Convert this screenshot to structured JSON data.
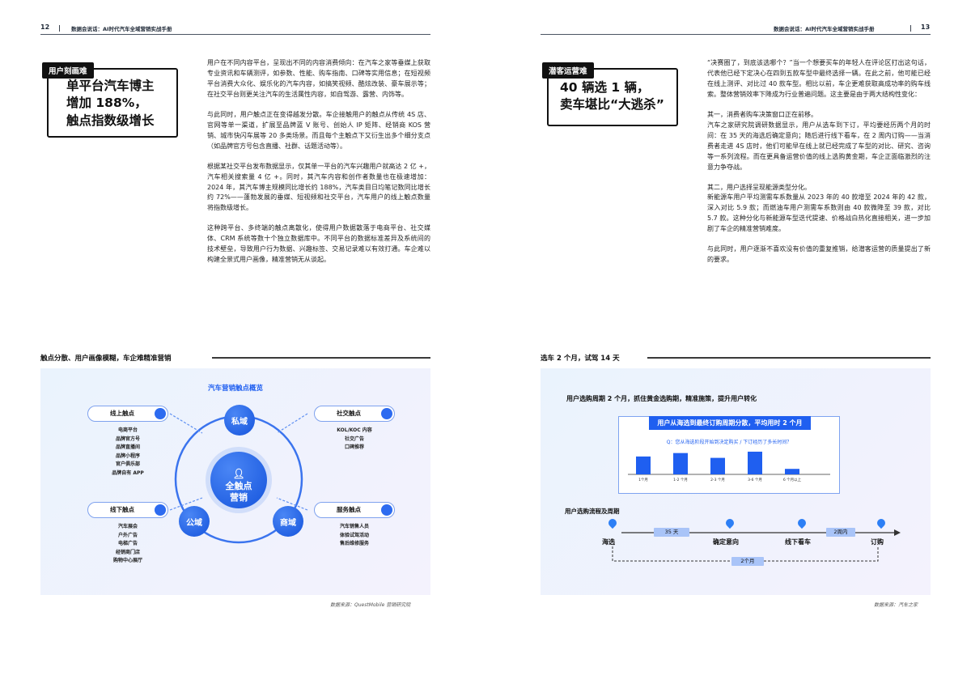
{
  "left_page": {
    "page_number": "12",
    "running_header": "数据会说话：AI时代汽车全域营销实战手册",
    "tag": "用户刻画难",
    "title_lines": [
      "单平台汽车博主",
      "增加 188%，",
      "触点指数级增长"
    ],
    "paragraphs": [
      "用户在不同内容平台，呈现出不同的内容消费倾向：在汽车之家等垂媒上获取专业资讯和车辆测评，如参数、性能、购车指南、口碑等实用信息；在短视频平台消费大众化、娱乐化的汽车内容，如搞笑视频、酷炫改装、豪车展示等；在社交平台则更关注汽车的生活属性内容，如自驾游、露营、内饰等。",
      "与此同时，用户触点正在变得越发分散。车企接触用户的触点从传统 4S 店、官网等单一渠道，扩展至品牌蓝 V 账号、创始人 IP 矩阵、经销商 KOS 营销、城市快闪车展等 20 多类场景。而且每个主触点下又衍生出多个细分支点（如品牌官方号包含直播、社群、话题活动等）。",
      "根据某社交平台发布数据显示，仅其单一平台的汽车兴趣用户就高达 2 亿 +，汽车相关搜索量 4 亿 +。同时，其汽车内容和创作者数量也在极速增加：2024 年，其汽车博主规模同比增长约 188%，汽车类目日均笔记数同比增长约 72%——蓬勃发展的垂媒、短视频和社交平台，汽车用户的线上触点数量将指数级增长。",
      "这种跨平台、多终端的触点离散化，使得用户数据散落于电商平台、社交媒体、CRM 系统等数十个独立数据库中。不同平台的数据标准差异及系统间的技术壁垒，导致用户行为数据、兴趣标签、交易记录难以有效打通。车企难以构建全景式用户画像，精准营销无从谈起。"
    ],
    "figure_title": "触点分散、用户画像模糊，车企难精准营销",
    "figure_source": "数据来源：QuestMobile 营销研究院",
    "diagram": {
      "title": "汽车营销触点概览",
      "center": [
        "全触点",
        "营销"
      ],
      "nodes": [
        "私域",
        "公域",
        "商域"
      ],
      "groups": [
        {
          "name": "线上触点",
          "items": [
            "电商平台",
            "品牌官方号",
            "品牌直播间",
            "品牌小程序",
            "官户俱乐部",
            "品牌自有 APP"
          ]
        },
        {
          "name": "社交触点",
          "items": [
            "KOL/KOC 内容",
            "社交广告",
            "口碑推荐"
          ]
        },
        {
          "name": "线下触点",
          "items": [
            "汽车展会",
            "户外广告",
            "电梯广告",
            "经销商门店",
            "购物中心展厅"
          ]
        },
        {
          "name": "服务触点",
          "items": [
            "汽车销售人员",
            "体验试驾活动",
            "售后维修服务"
          ]
        }
      ]
    }
  },
  "right_page": {
    "page_number": "13",
    "running_header": "数据会说话：AI时代汽车全域营销实战手册",
    "tag": "潜客运营难",
    "title_lines": [
      "40 辆选 1 辆，",
      "卖车堪比“大逃杀”"
    ],
    "paragraphs": [
      "“决赛圈了，到底该选哪个？”当一个想要买车的年轻人在评论区打出这句话，代表他已经下定决心在四到五款车型中最终选择一辆。在此之前，他可能已经在线上测评、对比过 40 款车型。相比以前，车企更难获取高成功率的购车线索。整体营销效率下降成为行业普遍问题。这主要是由于两大结构性变化：",
      "其一，消费者购车决策窗口正在前移。\n汽车之家研究院调研数据显示，用户从选车到下订，平均要经历两个月的时间：在 35 天的海选后确定意向；随后进行线下看车，在 2 周内订购——当消费者走进 4S 店时，他们可能早在线上就已经完成了车型的对比、研究、咨询等一系列流程。而在更具备运营价值的线上选购黄金期，车企正面临激烈的注意力争夺战。",
      "其二，用户选择呈现能源类型分化。\n新能源车用户平均测需车系数量从 2023 年的 40 款增至 2024 年的 42 款，深入对比 5.9 款；而燃油车用户测需车系数则由 40 款微降至 39 款，对比 5.7 款。这种分化与新能源车型迭代提速、价格战白热化直接相关，进一步加剧了车企的精准营销难度。",
      "与此同时，用户逐渐不喜欢没有价值的重复推销，给潜客运营的质量提出了新的要求。"
    ],
    "figure_title": "选车 2 个月，试驾 14 天",
    "figure_source": "数据来源：汽车之家",
    "figure_subtitle": "用户选购周期 2 个月，抓住黄金选购期，精准施策，提升用户转化",
    "chart_data": {
      "type": "bar",
      "title": "用户从海选到最终订购周期分散，平均用时 2 个月",
      "subtitle": "Q：您从海选阶段开始到决定购买 / 下订经历了多长时间？",
      "categories": [
        "1个月",
        "1-2 个月",
        "2-3 个月",
        "3-6 个月",
        "6 个月以上"
      ],
      "values": [
        26,
        31,
        24,
        33,
        8
      ],
      "ylim": [
        0,
        40
      ]
    },
    "timeline": {
      "title": "用户选购流程及周期",
      "steps": [
        "海选",
        "确定意向",
        "线下看车",
        "订购"
      ],
      "gaps": [
        "35 天",
        "2周内"
      ],
      "total": "2个月"
    }
  }
}
